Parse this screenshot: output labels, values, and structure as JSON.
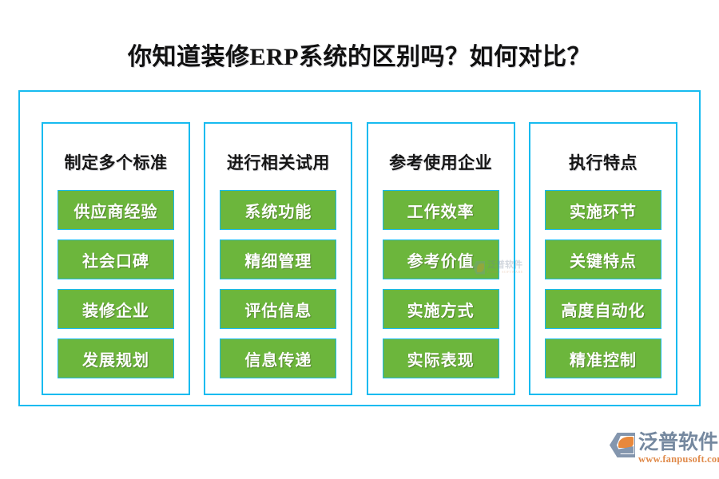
{
  "title": "你知道装修ERP系统的区别吗？如何对比？",
  "colors": {
    "frame_border": "#17bbf0",
    "item_fill": "#6cb63c",
    "item_border": "#17bbf0",
    "item_text": "#ffffff",
    "title_text": "#111111",
    "logo_blue": "#75889f",
    "logo_orange": "#e08a4a",
    "background": "#ffffff"
  },
  "columns": [
    {
      "header": "制定多个标准",
      "items": [
        "供应商经验",
        "社会口碑",
        "装修企业",
        "发展规划"
      ]
    },
    {
      "header": "进行相关试用",
      "items": [
        "系统功能",
        "精细管理",
        "评估信息",
        "信息传递"
      ]
    },
    {
      "header": "参考使用企业",
      "items": [
        "工作效率",
        "参考价值",
        "实施方式",
        "实际表现"
      ]
    },
    {
      "header": "执行特点",
      "items": [
        "实施环节",
        "关键特点",
        "高度自动化",
        "精准控制"
      ]
    }
  ],
  "watermark": {
    "name_cn": "泛普软件",
    "name_en": "FANPU SOFTWARE"
  },
  "logo": {
    "name_cn": "泛普软件",
    "url": "www.fanpusoft.com",
    "mark_icon": "fanpu-hexagon-leaf-icon"
  }
}
